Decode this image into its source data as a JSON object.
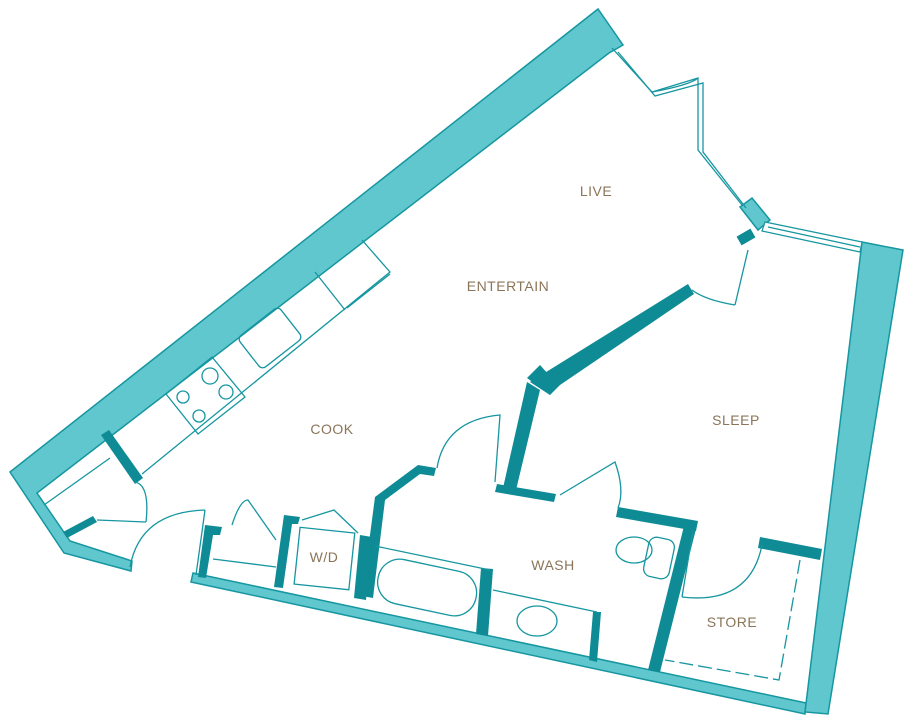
{
  "plan": {
    "rooms": {
      "live": "LIVE",
      "entertain": "ENTERTAIN",
      "cook": "COOK",
      "sleep": "SLEEP",
      "wash": "WASH",
      "laundry": "W/D",
      "store": "STORE"
    },
    "colors": {
      "exterior_wall": "#5fc7cd",
      "interior_wall": "#0e8b95",
      "line": "#1696a0",
      "label": "#8a7558"
    }
  }
}
